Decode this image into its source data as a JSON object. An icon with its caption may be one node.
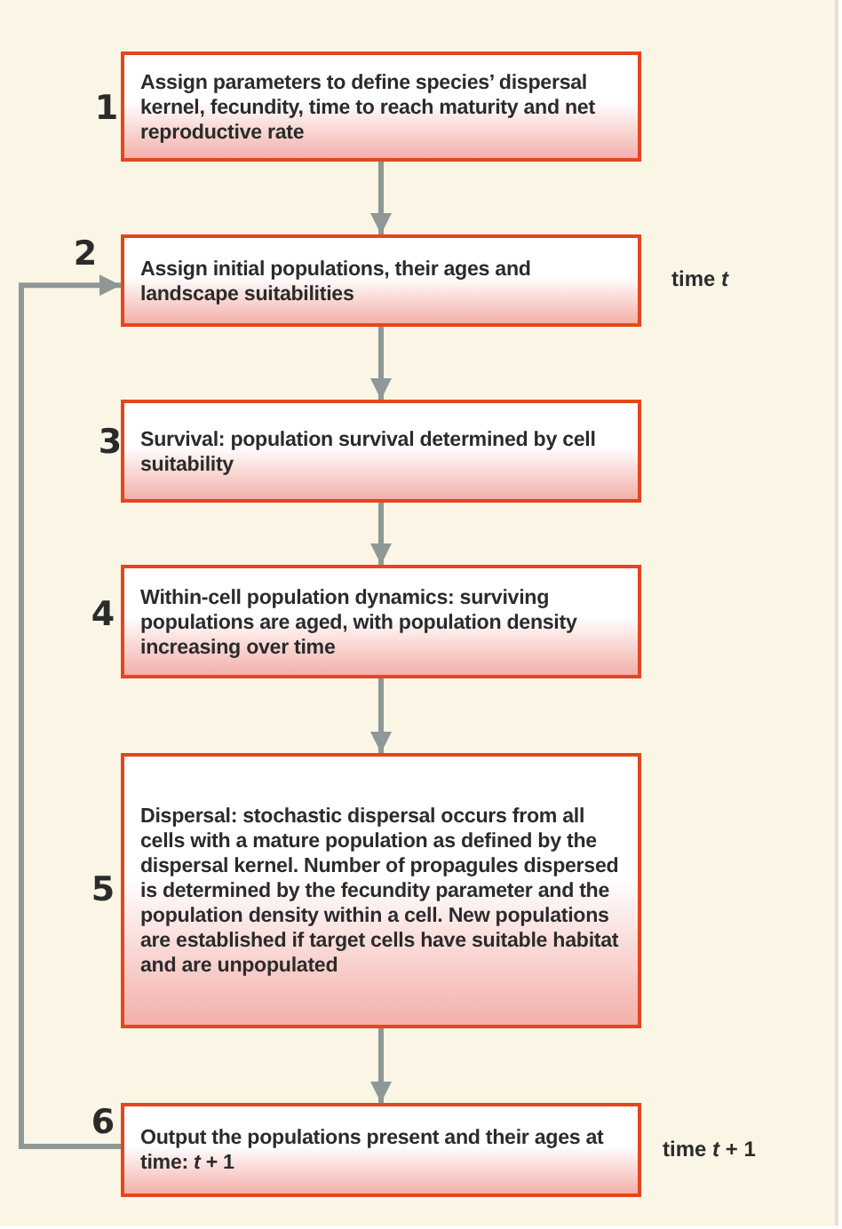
{
  "diagram": {
    "nodes": [
      {
        "text": [
          "Assign parameters to define species’ dispersal kernel, fecundity, time to reach maturity and net reproductive rate"
        ],
        "beside": [
          "1"
        ]
      },
      {
        "text": [
          "Assign initial populations, their ages and landscape suitabilities"
        ],
        "beside": [
          "2"
        ]
      },
      {
        "text": [
          "Survival: population survival determined by cell suitability"
        ],
        "beside": [
          "3"
        ]
      },
      {
        "text": [
          "Within-cell population dynamics: surviving populations are aged, with population density increasing over time"
        ],
        "beside": [
          "4"
        ]
      },
      {
        "text": [
          "Dispersal: stochastic dispersal occurs from all cells with a mature population as defined by the dispersal kernel. Number of propagules dispersed is determined by the fecundity parameter and the population density within a cell. New populations are established if target cells have suitable habitat and are unpopulated"
        ],
        "beside": [
          "5"
        ]
      },
      {
        "text": [
          "Output the populations present and their ages at time: *t* + 1"
        ],
        "beside": [
          "6"
        ]
      }
    ],
    "edges": [
      {
        "from": 0,
        "to": 1,
        "arrow": "to"
      },
      {
        "from": 1,
        "to": 2,
        "arrow": "to"
      },
      {
        "from": 2,
        "to": 3,
        "arrow": "to"
      },
      {
        "from": 3,
        "to": 4,
        "arrow": "to"
      },
      {
        "from": 4,
        "to": 5,
        "arrow": "to"
      },
      {
        "from": 5,
        "to": 1,
        "arrow": "to"
      }
    ],
    "labels": [
      "time *t*",
      "time *t* + 1"
    ]
  }
}
